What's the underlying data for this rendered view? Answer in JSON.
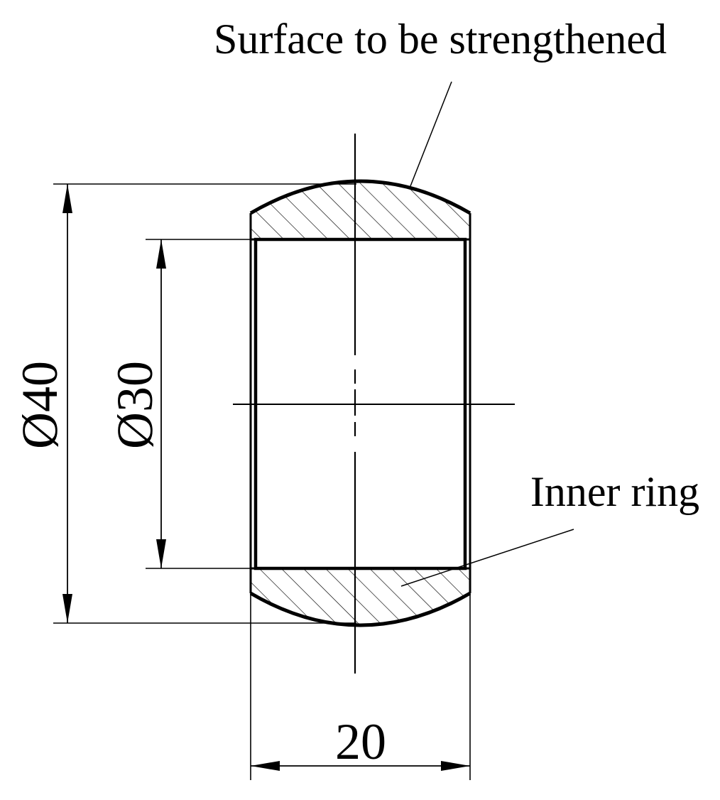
{
  "labels": {
    "surface": "Surface to be strengthened",
    "inner_ring": "Inner ring"
  },
  "dimensions": {
    "outer_diameter": "Ø40",
    "inner_diameter": "Ø30",
    "width": "20"
  },
  "colors": {
    "line": "#000000",
    "background": "#ffffff"
  }
}
